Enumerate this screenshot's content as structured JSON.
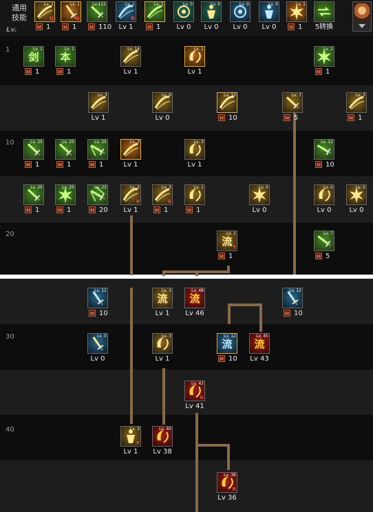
{
  "header": {
    "category": "通用技能",
    "level_label": "Lv."
  },
  "row_levels": [
    "1",
    "10",
    "20",
    "30",
    "40"
  ],
  "colors": {
    "green": "#2e5a1c",
    "yellow": "#4a3a12",
    "blue": "#163244",
    "red": "#6a120e",
    "teal": "#1a3a30",
    "orange": "#6a3a10",
    "connector": "#8a6a4a",
    "divider": "#ffffff"
  },
  "skills": [
    {
      "id": "t1",
      "color": "yellow",
      "icon": "mask-slash-icon",
      "lv": "Lv. 1",
      "key": "Q",
      "caption": "1",
      "m": true,
      "sel": true
    },
    {
      "id": "t2",
      "color": "orange",
      "icon": "rising-blade-icon",
      "lv": "Lv. 1",
      "key": "Q",
      "caption": "1",
      "m": true,
      "sel": true
    },
    {
      "id": "t3",
      "color": "green",
      "icon": "sword-mastery-icon",
      "lv": "Lv.112",
      "key": "",
      "caption": "110",
      "m": true,
      "sel": false
    },
    {
      "id": "t4",
      "color": "blue",
      "icon": "phoenix-wing-icon",
      "lv": "Lv. 1",
      "key": "D",
      "caption": "Lv 1",
      "m": false,
      "sel": false
    },
    {
      "id": "t5",
      "color": "green",
      "icon": "leap-cooldown-icon",
      "lv": "Lv. 1",
      "key": "",
      "caption": "1",
      "m": true,
      "sel": true
    },
    {
      "id": "t6",
      "color": "teal",
      "icon": "target-icon",
      "lv": "Lv. 0",
      "key": "",
      "caption": "Lv 0",
      "m": false,
      "sel": false
    },
    {
      "id": "t7",
      "color": "teal",
      "icon": "runner-icon",
      "lv": "Lv. 0",
      "key": "",
      "caption": "Lv 0",
      "m": false,
      "sel": false
    },
    {
      "id": "t8",
      "color": "blue",
      "icon": "eye-icon",
      "lv": "Lv. 0",
      "key": "",
      "caption": "Lv 0",
      "m": false,
      "sel": false
    },
    {
      "id": "t9",
      "color": "blue",
      "icon": "body-icon",
      "lv": "Lv. 0",
      "key": "",
      "caption": "Lv 0",
      "m": false,
      "sel": false
    },
    {
      "id": "t10",
      "color": "orange",
      "icon": "flame-burst-icon",
      "lv": "Lv. 1",
      "key": "",
      "caption": "1",
      "m": true,
      "sel": false
    },
    {
      "id": "t11",
      "color": "green",
      "icon": "swap-skill-icon",
      "lv": "",
      "key": "",
      "caption": "5转换",
      "m": false,
      "sel": false
    },
    {
      "id": "a1",
      "color": "green",
      "icon": "sword-kanji-icon",
      "lv": "Lv. 1",
      "key": "",
      "caption": "1",
      "m": true,
      "sel": false
    },
    {
      "id": "a2",
      "color": "green",
      "icon": "basic-kanji-icon",
      "lv": "Lv. 1",
      "key": "",
      "caption": "1",
      "m": true,
      "sel": false
    },
    {
      "id": "a3",
      "color": "yellow",
      "icon": "upward-slash-icon",
      "lv": "Lv. 14",
      "key": "",
      "caption": "Lv 1",
      "m": false,
      "sel": false
    },
    {
      "id": "a4",
      "color": "orange",
      "icon": "crescent-cut-icon",
      "lv": "Lv. 1",
      "key": "",
      "caption": "Lv 1",
      "m": false,
      "sel": true
    },
    {
      "id": "a5",
      "color": "green",
      "icon": "slash-spark-icon",
      "lv": "Lv. 1",
      "key": "",
      "caption": "1",
      "m": true,
      "sel": false
    },
    {
      "id": "b1",
      "color": "yellow",
      "icon": "triple-wave-icon",
      "lv": "Lv. 3",
      "key": "",
      "caption": "Lv 1",
      "m": false,
      "sel": false
    },
    {
      "id": "b2",
      "color": "yellow",
      "icon": "dash-arrow-icon",
      "lv": "Lv. 0",
      "key": "",
      "caption": "Lv 0",
      "m": false,
      "sel": false
    },
    {
      "id": "b3",
      "color": "yellow",
      "icon": "wind-cut-icon",
      "lv": "Lv. 10",
      "key": "",
      "caption": "10",
      "m": true,
      "sel": true
    },
    {
      "id": "b4",
      "color": "yellow",
      "icon": "sword-shield-icon",
      "lv": "Lv. 7",
      "key": "",
      "caption": "5",
      "m": true,
      "sel": false
    },
    {
      "id": "b5",
      "color": "yellow",
      "icon": "triple-wave-icon",
      "lv": "Lv. 3",
      "key": "",
      "caption": "1",
      "m": true,
      "sel": false
    },
    {
      "id": "c1",
      "color": "green",
      "icon": "blade-icon",
      "lv": "Lv. 25",
      "key": "",
      "caption": "1",
      "m": true,
      "sel": false
    },
    {
      "id": "c2",
      "color": "green",
      "icon": "blade-icon",
      "lv": "Lv. 25",
      "key": "",
      "caption": "1",
      "m": true,
      "sel": false
    },
    {
      "id": "c3",
      "color": "green",
      "icon": "double-blade-icon",
      "lv": "Lv. 25",
      "key": "",
      "caption": "1",
      "m": true,
      "sel": false
    },
    {
      "id": "c4",
      "color": "orange",
      "icon": "cross-slash-icon",
      "lv": "Lv. 3",
      "key": "",
      "caption": "Lv 1",
      "m": false,
      "sel": true
    },
    {
      "id": "c5",
      "color": "yellow",
      "icon": "spin-slash-icon",
      "lv": "Lv. 3",
      "key": "",
      "caption": "Lv 1",
      "m": false,
      "sel": false
    },
    {
      "id": "c6",
      "color": "green",
      "icon": "sword-spark-icon",
      "lv": "Lv. 12",
      "key": "",
      "caption": "10",
      "m": true,
      "sel": false
    },
    {
      "id": "d1",
      "color": "green",
      "icon": "blade-icon",
      "lv": "Lv. 25",
      "key": "",
      "caption": "1",
      "m": true,
      "sel": false
    },
    {
      "id": "d2",
      "color": "green",
      "icon": "burst-icon",
      "lv": "Lv. 25",
      "key": "",
      "caption": "1",
      "m": true,
      "sel": false
    },
    {
      "id": "d3",
      "color": "green",
      "icon": "triple-blade-icon",
      "lv": "Lv. 23",
      "key": "",
      "caption": "20",
      "m": true,
      "sel": false
    },
    {
      "id": "d4",
      "color": "yellow",
      "icon": "rising-wave-icon",
      "lv": "Lv. 3",
      "key": "V",
      "caption": "Lv 1",
      "m": false,
      "sel": false
    },
    {
      "id": "d5",
      "color": "yellow",
      "icon": "x-slash-icon",
      "lv": "Lv. 3",
      "key": "S",
      "caption": "1",
      "m": true,
      "sel": false
    },
    {
      "id": "d6",
      "color": "yellow",
      "icon": "hook-slash-icon",
      "lv": "Lv. 1",
      "key": "",
      "caption": "1",
      "m": true,
      "sel": false
    },
    {
      "id": "d7",
      "color": "yellow",
      "icon": "cross-spark-icon",
      "lv": "Lv. 0",
      "key": "",
      "caption": "Lv 0",
      "m": false,
      "sel": false
    },
    {
      "id": "d8",
      "color": "yellow",
      "icon": "crescent-moon-icon",
      "lv": "Lv. 0",
      "key": "",
      "caption": "Lv 0",
      "m": false,
      "sel": false
    },
    {
      "id": "d9",
      "color": "yellow",
      "icon": "flame-slash-icon",
      "lv": "Lv. 0",
      "key": "",
      "caption": "Lv 0",
      "m": false,
      "sel": false
    },
    {
      "id": "e1",
      "color": "yellow",
      "icon": "flow-kanji-icon",
      "lv": "Lv. 1",
      "key": "T",
      "caption": "1",
      "m": true,
      "sel": false
    },
    {
      "id": "e2",
      "color": "green",
      "icon": "sword-swirl-icon",
      "lv": "Lv. 7",
      "key": "",
      "caption": "5",
      "m": true,
      "sel": false
    },
    {
      "id": "f1",
      "color": "blue",
      "icon": "blue-sword-icon",
      "lv": "Lv. 12",
      "key": "",
      "caption": "10",
      "m": true,
      "sel": false
    },
    {
      "id": "f2",
      "color": "yellow",
      "icon": "flow-kanji-icon",
      "lv": "Lv. 3",
      "key": "",
      "caption": "Lv 1",
      "m": false,
      "sel": false
    },
    {
      "id": "f3",
      "color": "red",
      "icon": "red-flow-icon",
      "lv": "Lv. 48",
      "key": "",
      "caption": "Lv 46",
      "m": false,
      "sel": false
    },
    {
      "id": "f4",
      "color": "blue",
      "icon": "blue-sword-icon",
      "lv": "Lv. 12",
      "key": "",
      "caption": "10",
      "m": true,
      "sel": false
    },
    {
      "id": "g1",
      "color": "yellow",
      "icon": "sword-line-icon",
      "lv": "Lv. 0",
      "key": "",
      "caption": "Lv 0",
      "m": false,
      "sel": false
    },
    {
      "id": "g2",
      "color": "yellow",
      "icon": "swirl-strike-icon",
      "lv": "Lv. 3",
      "key": "",
      "caption": "Lv 1",
      "m": false,
      "sel": false
    },
    {
      "id": "g3",
      "color": "blue",
      "icon": "blue-flow-icon",
      "lv": "Lv. 12",
      "key": "",
      "caption": "10",
      "m": true,
      "sel": true
    },
    {
      "id": "g4",
      "color": "red",
      "icon": "red-flow-icon",
      "lv": "Lv. 45",
      "key": "",
      "caption": "Lv 43",
      "m": false,
      "sel": false
    },
    {
      "id": "h1",
      "color": "red",
      "icon": "red-hook-icon",
      "lv": "Lv. 43",
      "key": "G",
      "caption": "Lv 41",
      "m": false,
      "sel": false
    },
    {
      "id": "i1",
      "color": "yellow",
      "icon": "beast-slash-icon",
      "lv": "Lv. 3",
      "key": "F",
      "caption": "Lv 1",
      "m": false,
      "sel": false
    },
    {
      "id": "i2",
      "color": "red",
      "icon": "red-swirl-icon",
      "lv": "Lv. 40",
      "key": "",
      "caption": "Lv 38",
      "m": false,
      "sel": false
    },
    {
      "id": "j1",
      "color": "red",
      "icon": "red-crescent-icon",
      "lv": "Lv. 38",
      "key": "R",
      "caption": "Lv 36",
      "m": false,
      "sel": false
    }
  ]
}
